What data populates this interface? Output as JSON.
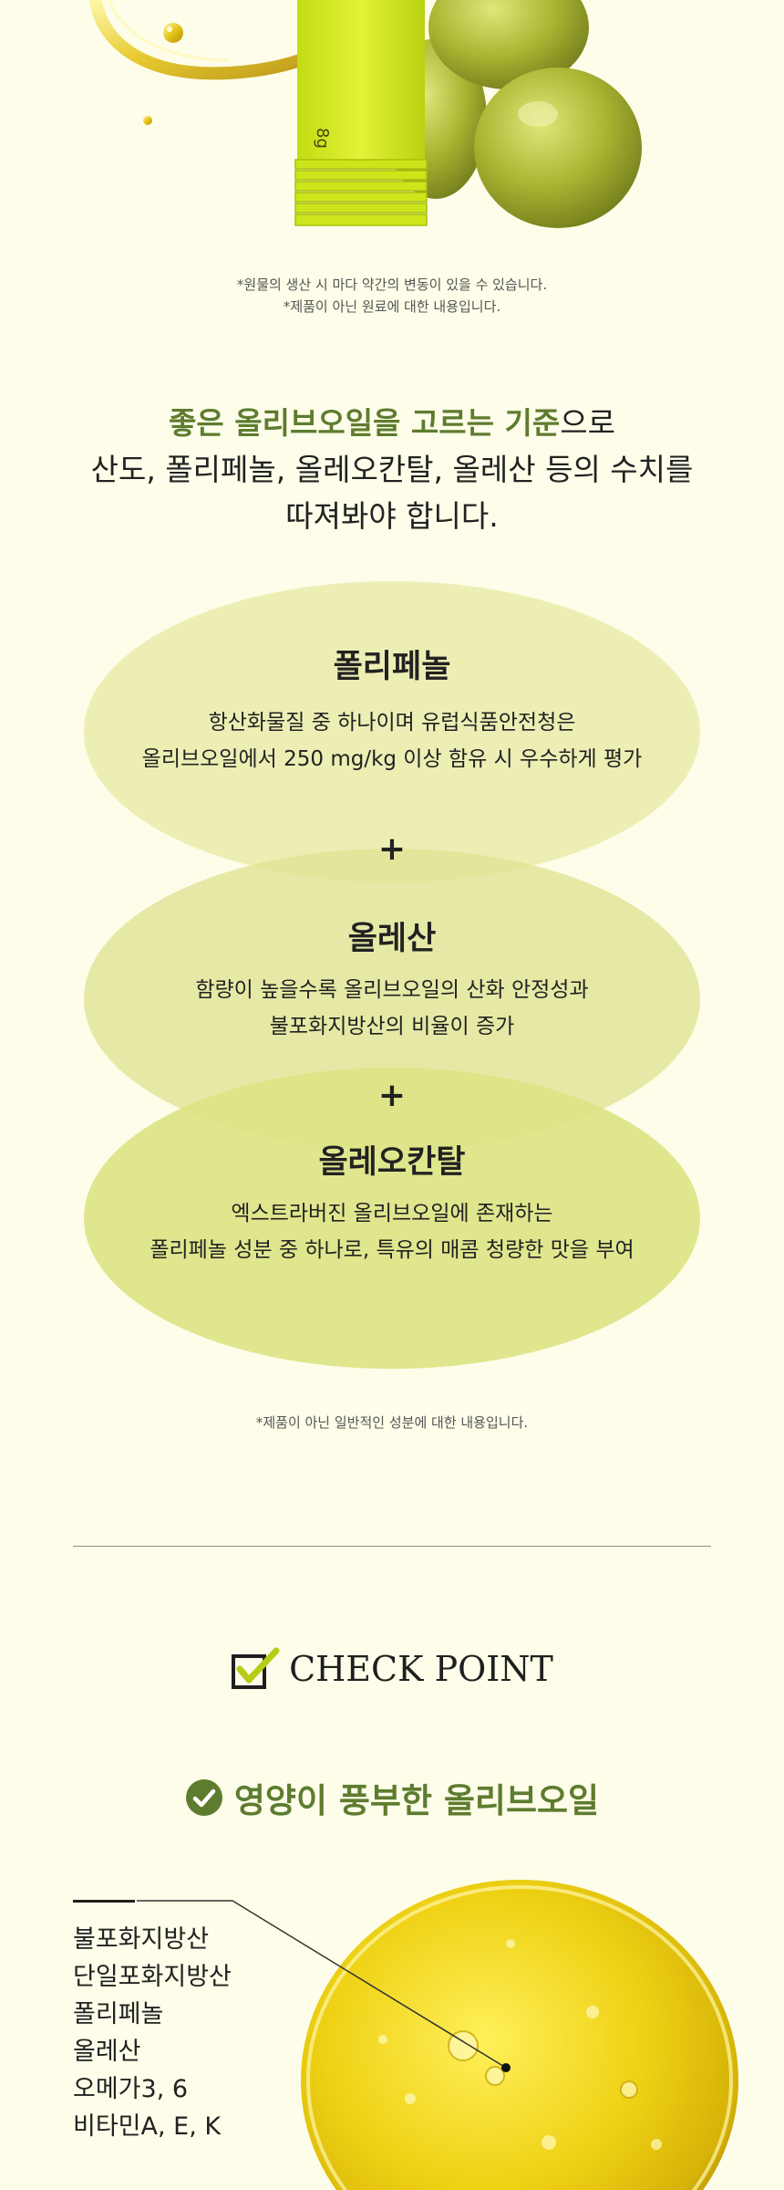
{
  "hero": {
    "package_weight": "8g"
  },
  "notes": {
    "top_1": "*원물의 생산 시 마다 약간의 변동이 있을 수 있습니다.",
    "top_2": "*제품이 아닌 원료에 대한 내용입니다.",
    "middle": "*제품이 아닌 일반적인 성분에 대한 내용입니다."
  },
  "headline": {
    "highlight": "좋은 올리브오일을 고르는 기준",
    "line1_suffix": "으로",
    "line2": "산도, 폴리페놀, 올레오칸탈, 올레산 등의 수치를",
    "line3": "따져봐야 합니다."
  },
  "criteria": [
    {
      "title": "폴리페놀",
      "desc1": "항산화물질 중 하나이며 유럽식품안전청은",
      "desc2": "올리브오일에서 250 mg/kg 이상 함유 시 우수하게 평가"
    },
    {
      "title": "올레산",
      "desc1": "함량이 높을수록 올리브오일의 산화 안정성과",
      "desc2": "불포화지방산의 비율이 증가"
    },
    {
      "title": "올레오칸탈",
      "desc1": "엑스트라버진 올리브오일에 존재하는",
      "desc2": "폴리페놀 성분 중 하나로, 특유의 매콤 청량한 맛을 부여"
    }
  ],
  "plus_sign": "+",
  "check_point": {
    "title": "CHECK POINT",
    "subtitle": "영양이 풍부한 올리브오일"
  },
  "nutrients": [
    "불포화지방산",
    "단일포화지방산",
    "폴리페놀",
    "올레산",
    "오메가3, 6",
    "비타민A, E, K"
  ],
  "colors": {
    "background": "#fdfde9",
    "accent_green": "#5e7c2f",
    "lime_package": "#d4ea1f",
    "olive": "#a7b234"
  }
}
